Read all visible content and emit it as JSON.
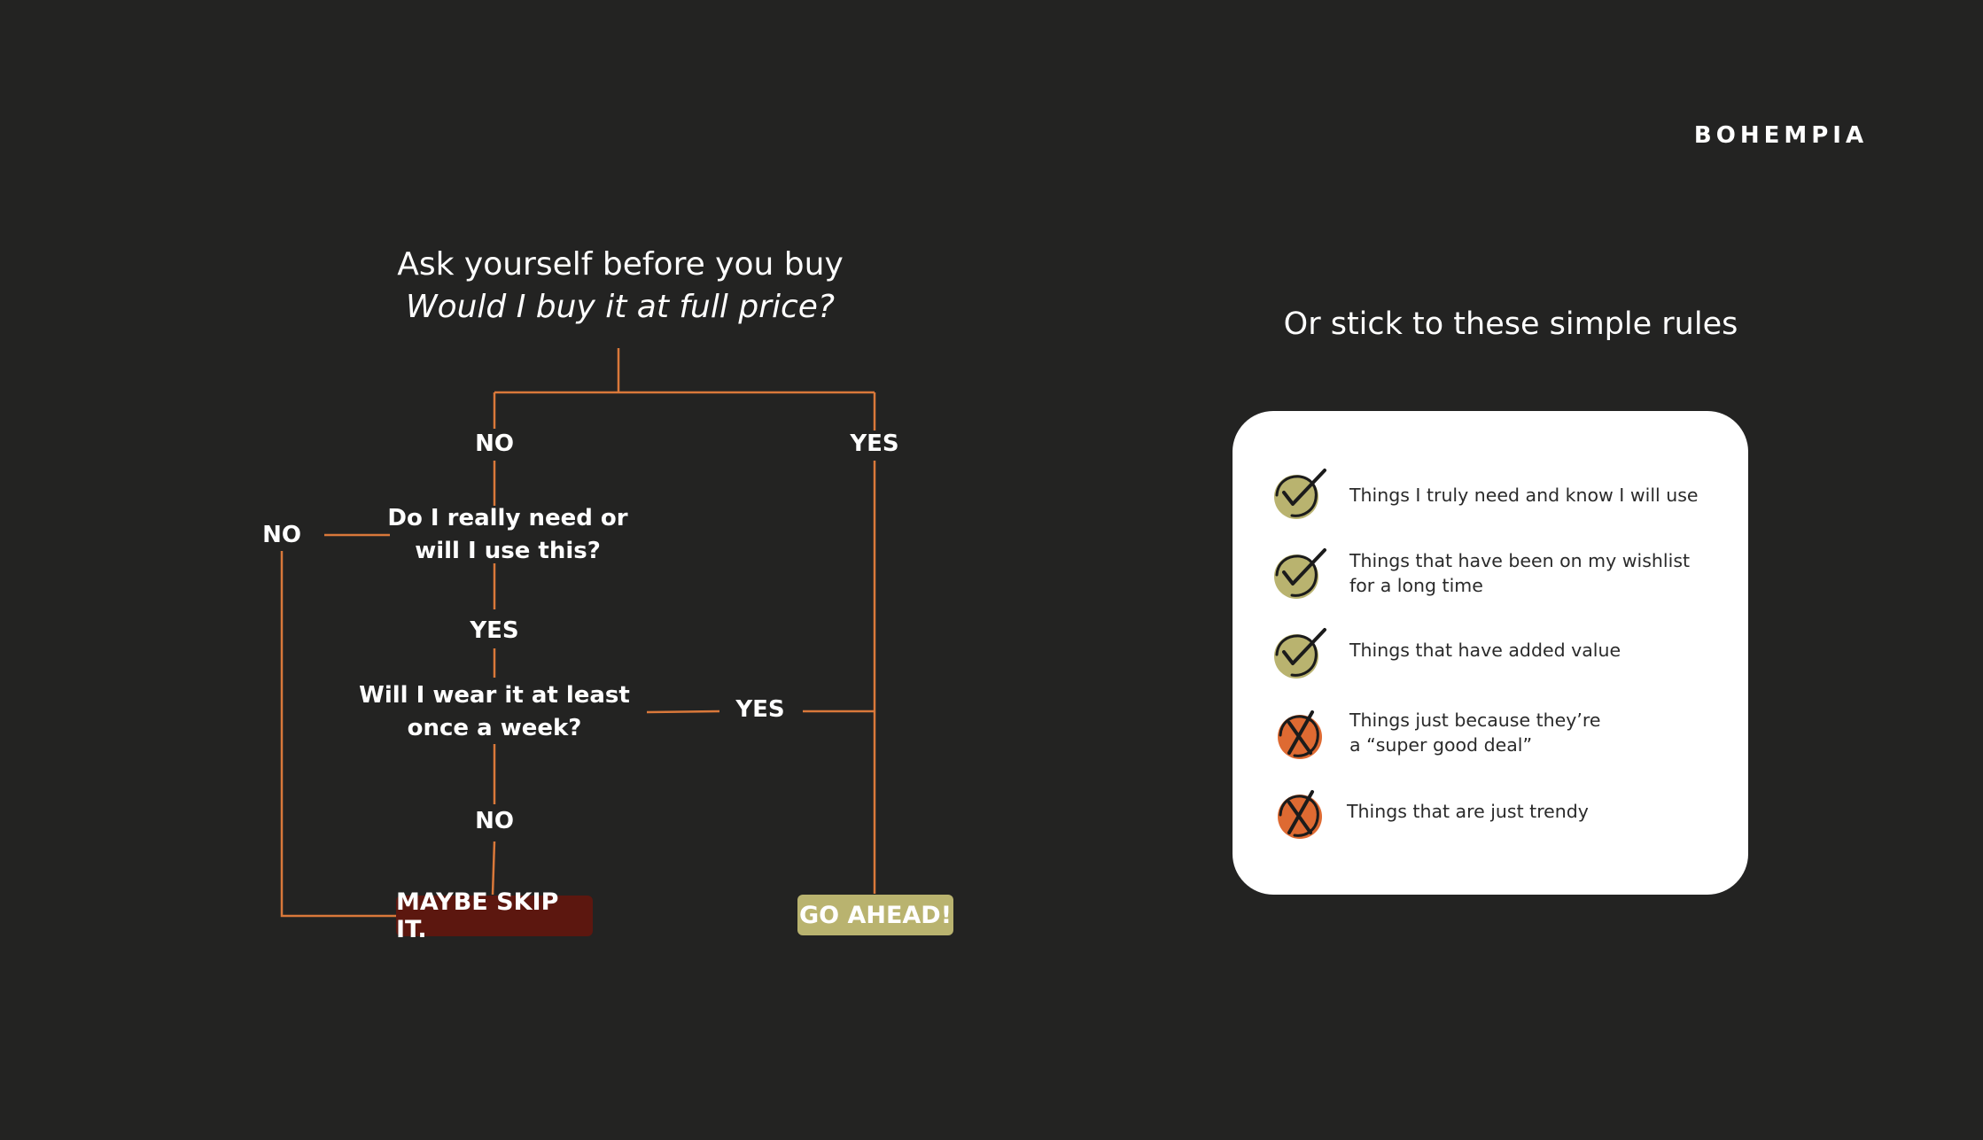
{
  "brand": "BOHEMPIA",
  "flowchart": {
    "title_line1": "Ask yourself before you buy",
    "title_line2": "Would I buy it at full price?",
    "branch_no_top": "NO",
    "branch_yes_top": "YES",
    "branch_no_left": "NO",
    "question1_line1": "Do I really need or",
    "question1_line2": "will I use this?",
    "branch_yes_mid": "YES",
    "question2_line1": "Will I wear it at least",
    "question2_line2": "once a week?",
    "branch_yes_right": "YES",
    "branch_no_bottom": "NO",
    "outcome_skip": "MAYBE SKIP IT.",
    "outcome_ahead": "GO AHEAD!"
  },
  "rules": {
    "title": "Or stick to these simple rules",
    "items": [
      {
        "icon": "check-icon",
        "line1": "Things I truly need and know I will use",
        "line2": ""
      },
      {
        "icon": "check-icon",
        "line1": "Things that have been on my wishlist",
        "line2": "for a long time"
      },
      {
        "icon": "check-icon",
        "line1": "Things that have added value",
        "line2": ""
      },
      {
        "icon": "cross-icon",
        "line1": "Things just because they’re",
        "line2": "a “super good deal”"
      },
      {
        "icon": "cross-icon",
        "line1": "Things that are just trendy",
        "line2": ""
      }
    ]
  },
  "colors": {
    "background": "#232322",
    "connector": "#d9783a",
    "skip_box": "#5c170f",
    "ahead_box": "#b9b36f",
    "check_fill": "#b9b36f",
    "cross_fill": "#de6a32"
  }
}
